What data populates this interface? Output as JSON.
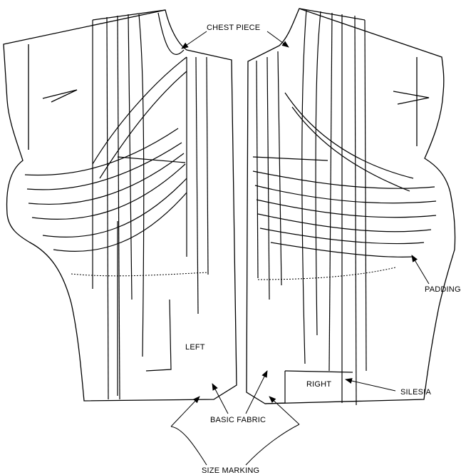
{
  "labels": {
    "chest_piece": "CHEST PIECE",
    "padding": "PADDING",
    "left": "LEFT",
    "right": "RIGHT",
    "silesia": "SILESIA",
    "basic_fabric": "BASIC FABRIC",
    "size_marking": "SIZE MARKING"
  }
}
